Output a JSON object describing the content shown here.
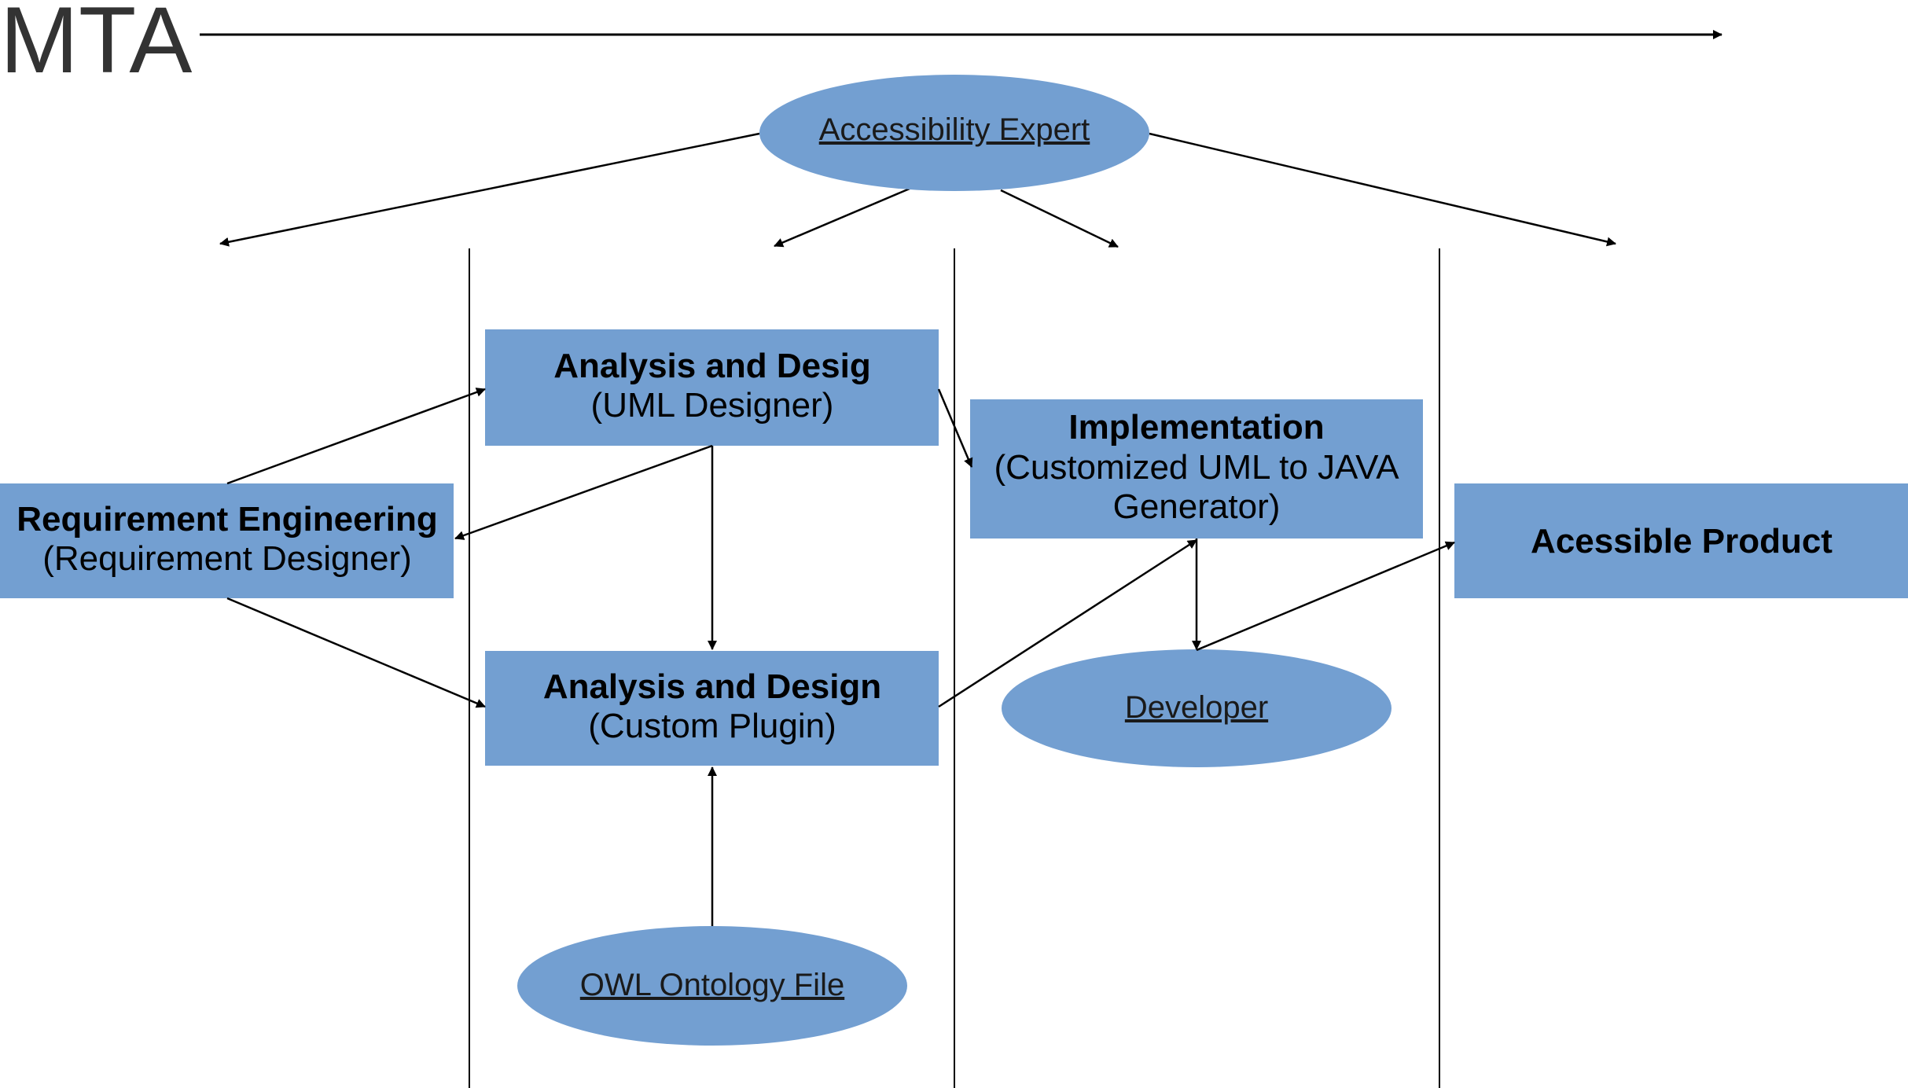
{
  "title": "MTA",
  "colors": {
    "node_fill": "#739fd1",
    "line": "#000000",
    "title": "#333333"
  },
  "nodes": {
    "accessibility_expert": {
      "label": "Accessibility Expert",
      "shape": "ellipse"
    },
    "requirement_engineering": {
      "title": "Requirement Engineering",
      "subtitle": "(Requirement Designer)",
      "shape": "rectangle"
    },
    "analysis_design_uml": {
      "title": "Analysis and Desig",
      "subtitle": "(UML Designer)",
      "shape": "rectangle"
    },
    "analysis_design_plugin": {
      "title": "Analysis and Design",
      "subtitle": "(Custom Plugin)",
      "shape": "rectangle"
    },
    "implementation": {
      "title": "Implementation",
      "subtitle_line1": "(Customized UML to JAVA",
      "subtitle_line2": "Generator)",
      "shape": "rectangle"
    },
    "accessible_product": {
      "title": "Acessible Product",
      "shape": "rectangle"
    },
    "developer": {
      "label": "Developer",
      "shape": "ellipse"
    },
    "owl_ontology_file": {
      "label": "OWL Ontology File",
      "shape": "ellipse"
    }
  },
  "edges": [
    {
      "from": "requirement_engineering",
      "to": "analysis_design_uml"
    },
    {
      "from": "analysis_design_uml",
      "to": "requirement_engineering"
    },
    {
      "from": "requirement_engineering",
      "to": "analysis_design_plugin"
    },
    {
      "from": "analysis_design_uml",
      "to": "analysis_design_plugin"
    },
    {
      "from": "owl_ontology_file",
      "to": "analysis_design_plugin"
    },
    {
      "from": "analysis_design_uml",
      "to": "implementation"
    },
    {
      "from": "analysis_design_plugin",
      "to": "implementation"
    },
    {
      "from": "implementation",
      "to": "developer"
    },
    {
      "from": "developer",
      "to": "accessible_product"
    }
  ]
}
